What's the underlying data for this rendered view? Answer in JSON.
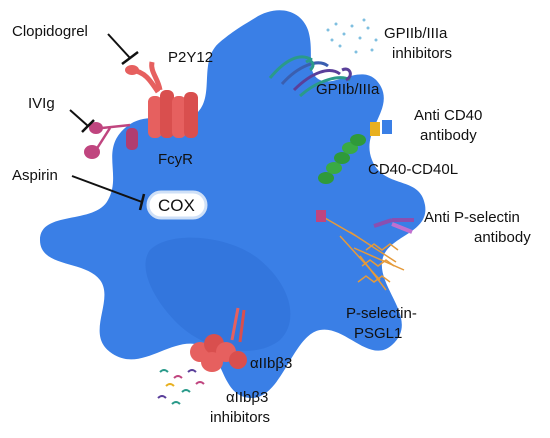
{
  "labels": {
    "clopidogrel": "Clopidogrel",
    "p2y12": "P2Y12",
    "ivig": "IVIg",
    "fcyr": "FcyR",
    "aspirin": "Aspirin",
    "cox": "COX",
    "gp_inhibitors_1": "GPIIb/IIIa",
    "gp_inhibitors_2": "inhibitors",
    "gpiib": "GPIIb/IIIa",
    "anti_cd40_1": "Anti CD40",
    "anti_cd40_2": "antibody",
    "cd40": "CD40-CD40L",
    "anti_psel_1": "Anti P-selectin",
    "anti_psel_2": "antibody",
    "psel_1": "P-selectin-",
    "psel_2": "PSGL1",
    "aiib": "αIIbβ3",
    "aiib_inh_1": "αIIbβ3",
    "aiib_inh_2": "inhibitors"
  },
  "colors": {
    "platelet": "#3a7fe6",
    "platelet_shadow": "#2e6fd6",
    "p2y12": "#e6605f",
    "fcyr": "#c0457f",
    "cd40_green": "#2f9a3a",
    "psel_orange": "#e59a3a",
    "antibody_purple": "#8a4fb0",
    "antibody_yellow": "#e8b020"
  }
}
